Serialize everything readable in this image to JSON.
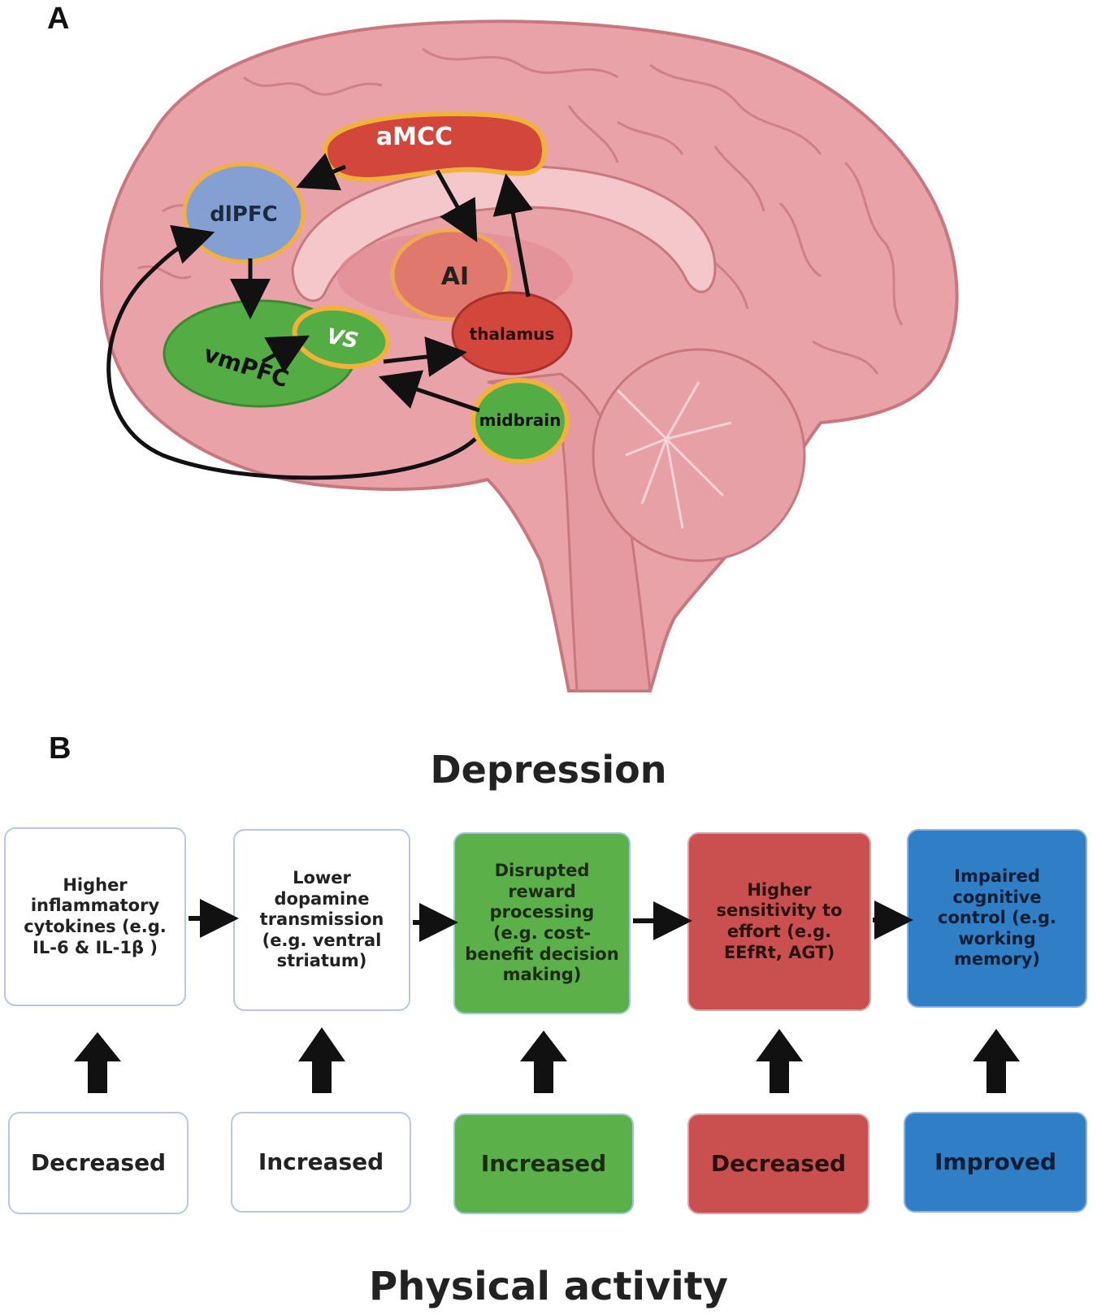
{
  "panel_a": {
    "label": "A",
    "regions": {
      "amcc": "aMCC",
      "dlpfc": "dlPFC",
      "ai": "AI",
      "vs": "VS",
      "vmpfc": "vmPFC",
      "thalamus": "thalamus",
      "midbrain": "midbrain"
    },
    "colors": {
      "brain": "#e9a3a8",
      "brain_outline": "#c9777f",
      "red_region": "#d2463c",
      "green_region": "#53ad44",
      "blue_region": "#7fa0d6",
      "highlight_ring": "#f2b13a"
    }
  },
  "panel_b": {
    "label": "B",
    "top_title": "Depression",
    "bottom_title": "Physical activity",
    "top_boxes": [
      {
        "text": "Higher\ninflammatory\ncytokines (e.g.\nIL-6 & IL-1β )",
        "color": "white"
      },
      {
        "text": "Lower\ndopamine\ntransmission\n(e.g. ventral\nstriatum)",
        "color": "white"
      },
      {
        "text": "Disrupted\nreward\nprocessing\n(e.g. cost-\nbenefit decision\nmaking)",
        "color": "green"
      },
      {
        "text": "Higher\nsensitivity to\neffort (e.g.\nEEfRt, AGT)",
        "color": "red"
      },
      {
        "text": "Impaired\ncognitive\ncontrol (e.g.\nworking\nmemory)",
        "color": "blue"
      }
    ],
    "bottom_boxes": [
      {
        "text": "Decreased",
        "color": "white"
      },
      {
        "text": "Increased",
        "color": "white"
      },
      {
        "text": "Increased",
        "color": "green"
      },
      {
        "text": "Decreased",
        "color": "red"
      },
      {
        "text": "Improved",
        "color": "blue"
      }
    ],
    "colors": {
      "white": "#ffffff",
      "green": "#5cb04a",
      "red": "#c9504e",
      "blue": "#2f7ec6"
    }
  }
}
